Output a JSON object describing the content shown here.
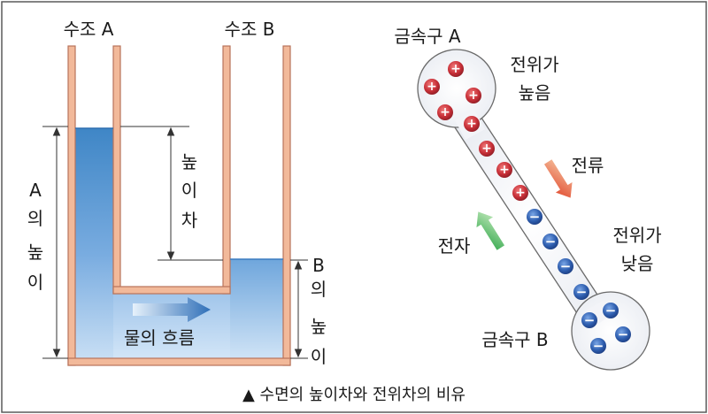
{
  "labels": {
    "tank_a": "수조 A",
    "tank_b": "수조 B",
    "height_a": [
      "A",
      "의",
      "높",
      "이"
    ],
    "height_b": [
      "B",
      "의",
      "높",
      "이"
    ],
    "height_diff": [
      "높",
      "이",
      "차"
    ],
    "water_flow": "물의 흐름",
    "sphere_a": "금속구 A",
    "sphere_b": "금속구 B",
    "potential_high": [
      "전위가",
      "높음"
    ],
    "potential_low": [
      "전위가",
      "낮음"
    ],
    "current": "전류",
    "electron": "전자",
    "caption": "▲ 수면의 높이차와 전위차의 비유"
  },
  "charges": {
    "positive_symbol": "+",
    "negative_symbol": "−"
  },
  "colors": {
    "tube_fill": "#f2b99a",
    "tube_stroke": "#b8735a",
    "water_dark": "#3f87c8",
    "water_light": "#cfe3f6",
    "positive": "#c0313a",
    "negative": "#2c5aa6",
    "current_arrow": "#e0502a",
    "electron_arrow": "#3aaa4a",
    "flow_arrow": "#3a78c0",
    "border": "#555555"
  }
}
